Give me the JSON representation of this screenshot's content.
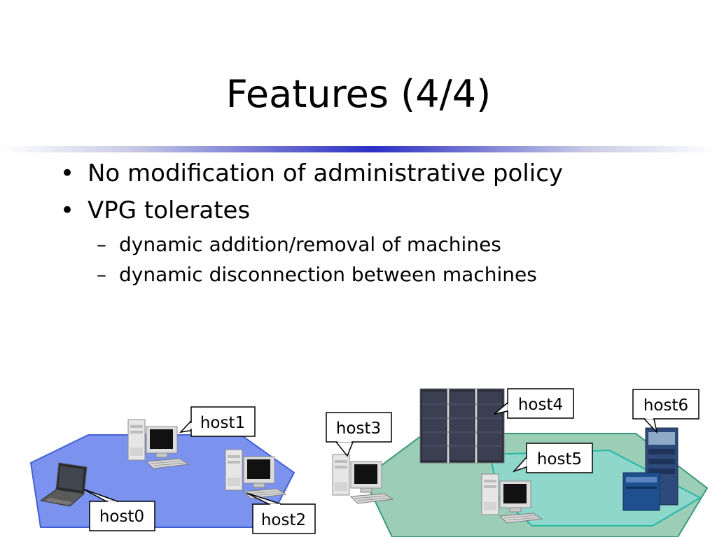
{
  "slide": {
    "title": "Features (4/4)",
    "bullets": [
      {
        "marker": "•",
        "text": "No modification of administrative policy"
      },
      {
        "marker": "•",
        "text": "VPG tolerates"
      }
    ],
    "sub_bullets": [
      {
        "marker": "–",
        "text": "dynamic addition/removal of machines"
      },
      {
        "marker": "–",
        "text": "dynamic disconnection between machines"
      }
    ]
  },
  "diagram": {
    "hosts": [
      "host0",
      "host1",
      "host2",
      "host3",
      "host4",
      "host5",
      "host6"
    ],
    "colors": {
      "left_cluster_fill": "#7b93ee",
      "left_cluster_stroke": "#4462d6",
      "right_cluster_fill": "#9ccdb6",
      "right_cluster_stroke": "#3a9a76",
      "inner_cluster_fill": "#8fd6cb",
      "inner_cluster_stroke": "#27b8a8",
      "title_rule": "#2b2fc4"
    }
  }
}
